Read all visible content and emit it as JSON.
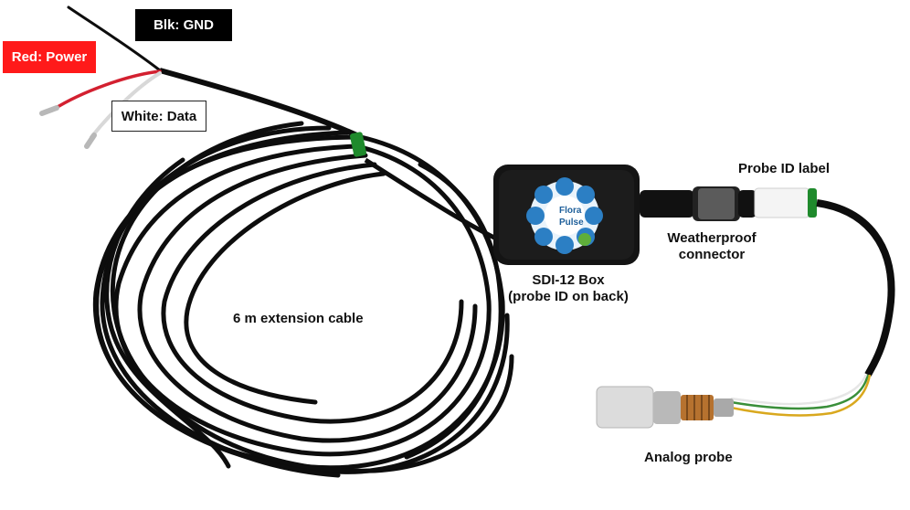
{
  "labels": {
    "gnd": "Blk: GND",
    "power": "Red: Power",
    "data": "White: Data",
    "probe_id_label": "Probe ID label",
    "weatherproof_line1": "Weatherproof",
    "weatherproof_line2": "connector",
    "sdi_line1": "SDI-12 Box",
    "sdi_line2": "(probe ID on back)",
    "extension_cable": "6 m extension cable",
    "analog_probe": "Analog probe"
  },
  "logo": {
    "line1": "Flora",
    "line2": "Pulse"
  },
  "colors": {
    "wire_red": "#ff1a1a",
    "cable": "#0d0d0d",
    "tape_green": "#1f8a2c"
  }
}
